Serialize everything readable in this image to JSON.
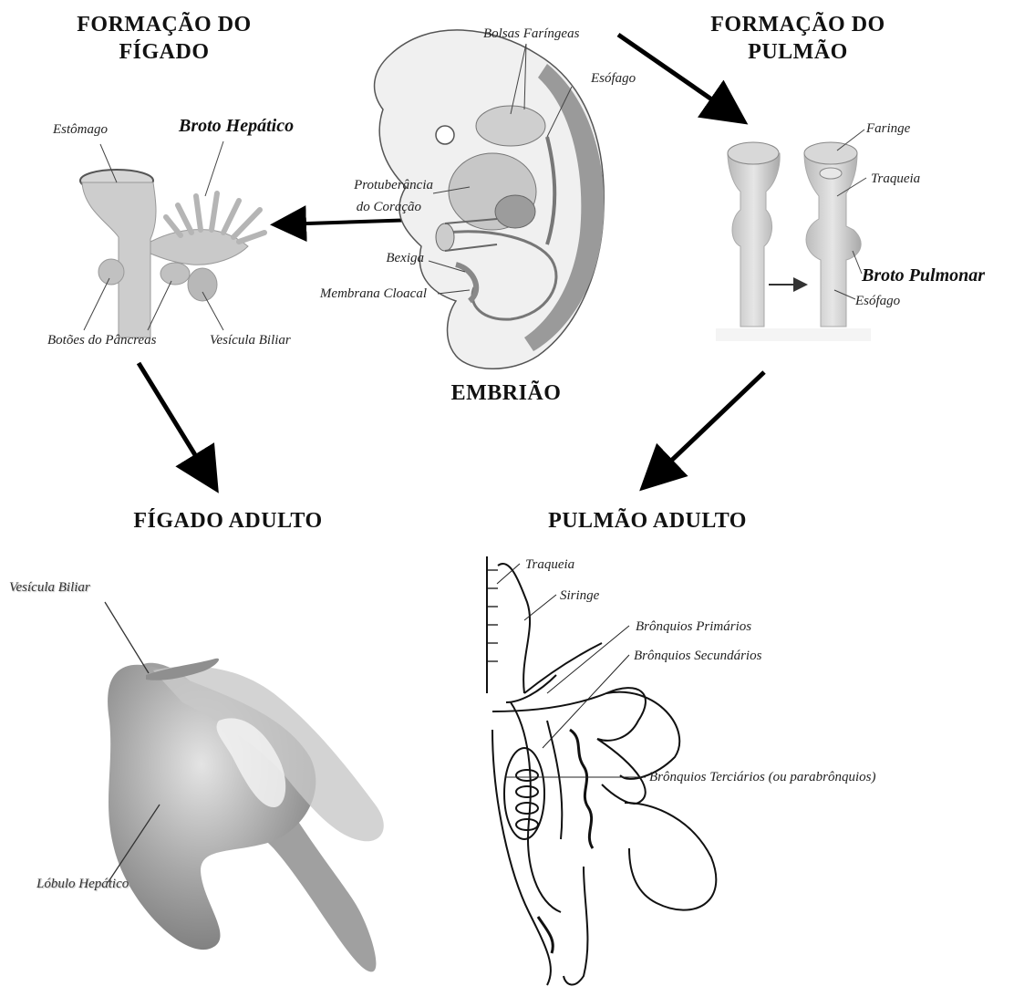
{
  "headings": {
    "liver_formation": "FORMAÇÃO DO FÍGADO",
    "lung_formation": "FORMAÇÃO DO PULMÃO",
    "embryo": "EMBRIÃO",
    "adult_liver": "FÍGADO ADULTO",
    "adult_lung": "PULMÃO ADULTO"
  },
  "liver_labels": {
    "stomach": "Estômago",
    "hepatic_bud": "Broto Hepático",
    "pancreas_buds": "Botões do Pâncreas",
    "gallbladder": "Vesícula Biliar"
  },
  "embryo_labels": {
    "pharyngeal_pouches": "Bolsas Faríngeas",
    "esophagus": "Esófago",
    "heart_bulge_line1": "Protuberância",
    "heart_bulge_line2": "do Coração",
    "bladder": "Bexiga",
    "cloacal_membrane": "Membrana Cloacal"
  },
  "lung_labels": {
    "pharynx": "Faringe",
    "trachea": "Traqueia",
    "lung_bud": "Broto Pulmonar",
    "esophagus": "Esófago"
  },
  "adult_liver_labels": {
    "gallbladder": "Vesícula Biliar",
    "hepatic_lobe": "Lóbulo Hepático"
  },
  "adult_lung_labels": {
    "trachea": "Traqueia",
    "syrinx": "Siringe",
    "primary_bronchi": "Brônquios Primários",
    "secondary_bronchi": "Brônquios Secundários",
    "tertiary_bronchi": "Brônquios Terciários (ou parabrônquios)"
  }
}
